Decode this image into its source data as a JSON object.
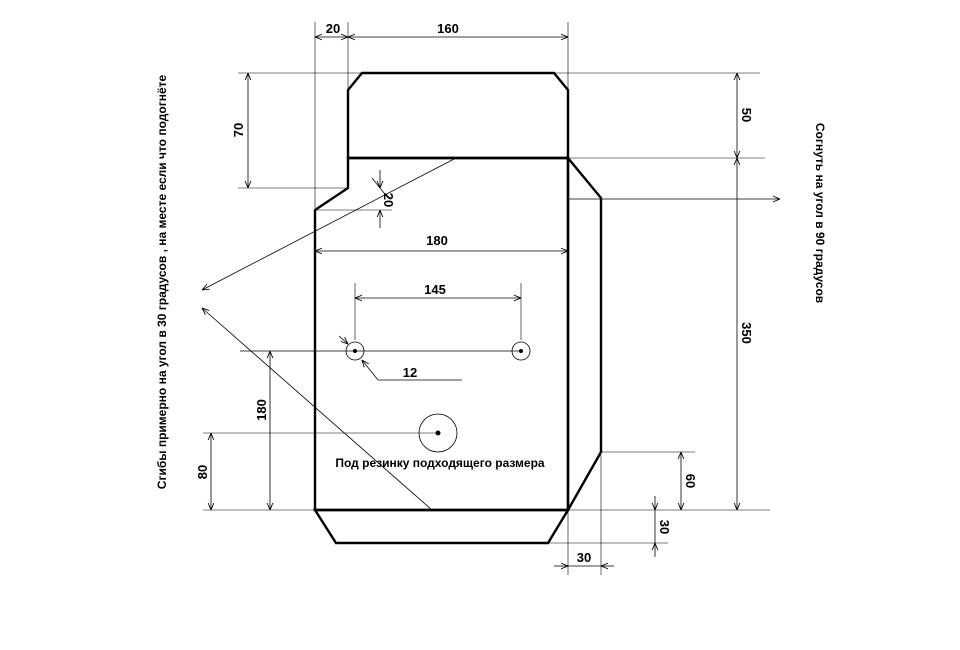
{
  "dimensions": {
    "top_offset": "20",
    "top_width": "160",
    "flap_height_left": "70",
    "flap_height_right": "50",
    "step_height": "20",
    "body_width": "180",
    "hole_spacing": "145",
    "hole_diameter": "12",
    "holes_height": "180",
    "center_hole_height": "80",
    "body_height": "350",
    "side_lower": "60",
    "bottom_depth": "30",
    "bottom_width": "30"
  },
  "notes": {
    "bend_left": "Сгибы примерно на угол в 30 градусов , на месте если что подогнёте",
    "bend_right": "Согнуть на угол в 90 градусов",
    "elastic": "Под резинку подходящего размера"
  }
}
